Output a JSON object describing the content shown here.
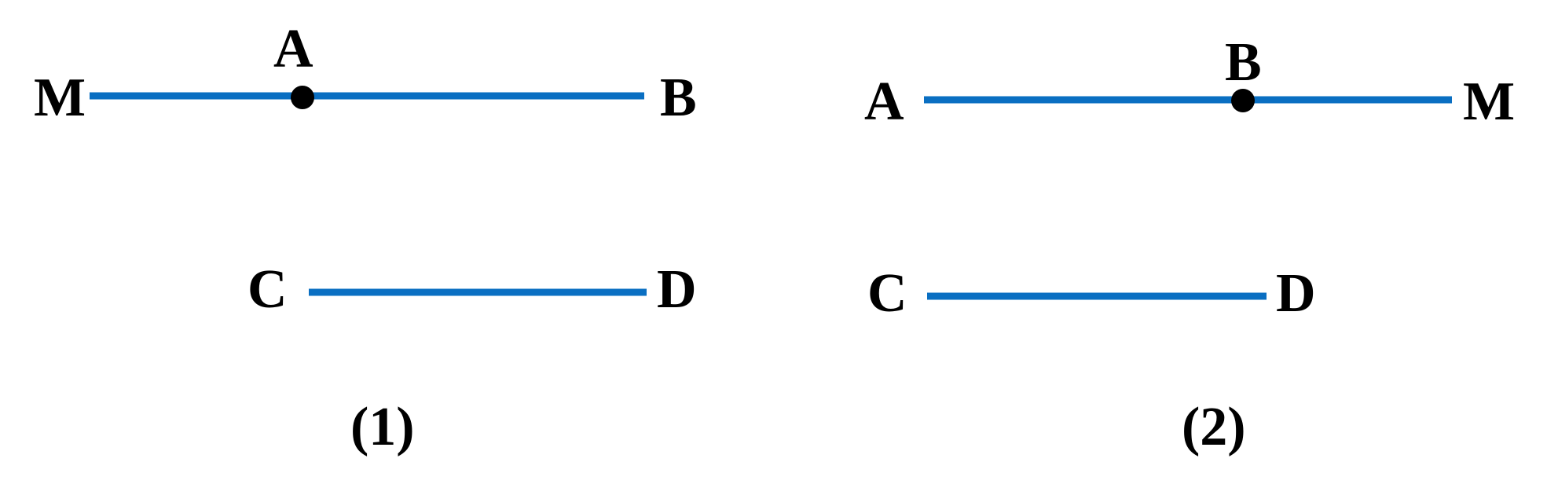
{
  "figure1": {
    "line1": {
      "left_label": "M",
      "point_label": "A",
      "right_label": "B"
    },
    "line2": {
      "left_label": "C",
      "right_label": "D"
    },
    "caption": "(1)"
  },
  "figure2": {
    "line1": {
      "left_label": "A",
      "point_label": "B",
      "right_label": "M"
    },
    "line2": {
      "left_label": "C",
      "right_label": "D"
    },
    "caption": "(2)"
  },
  "colors": {
    "segment": "#0a6fc2",
    "point": "#000000",
    "text": "#000000"
  }
}
